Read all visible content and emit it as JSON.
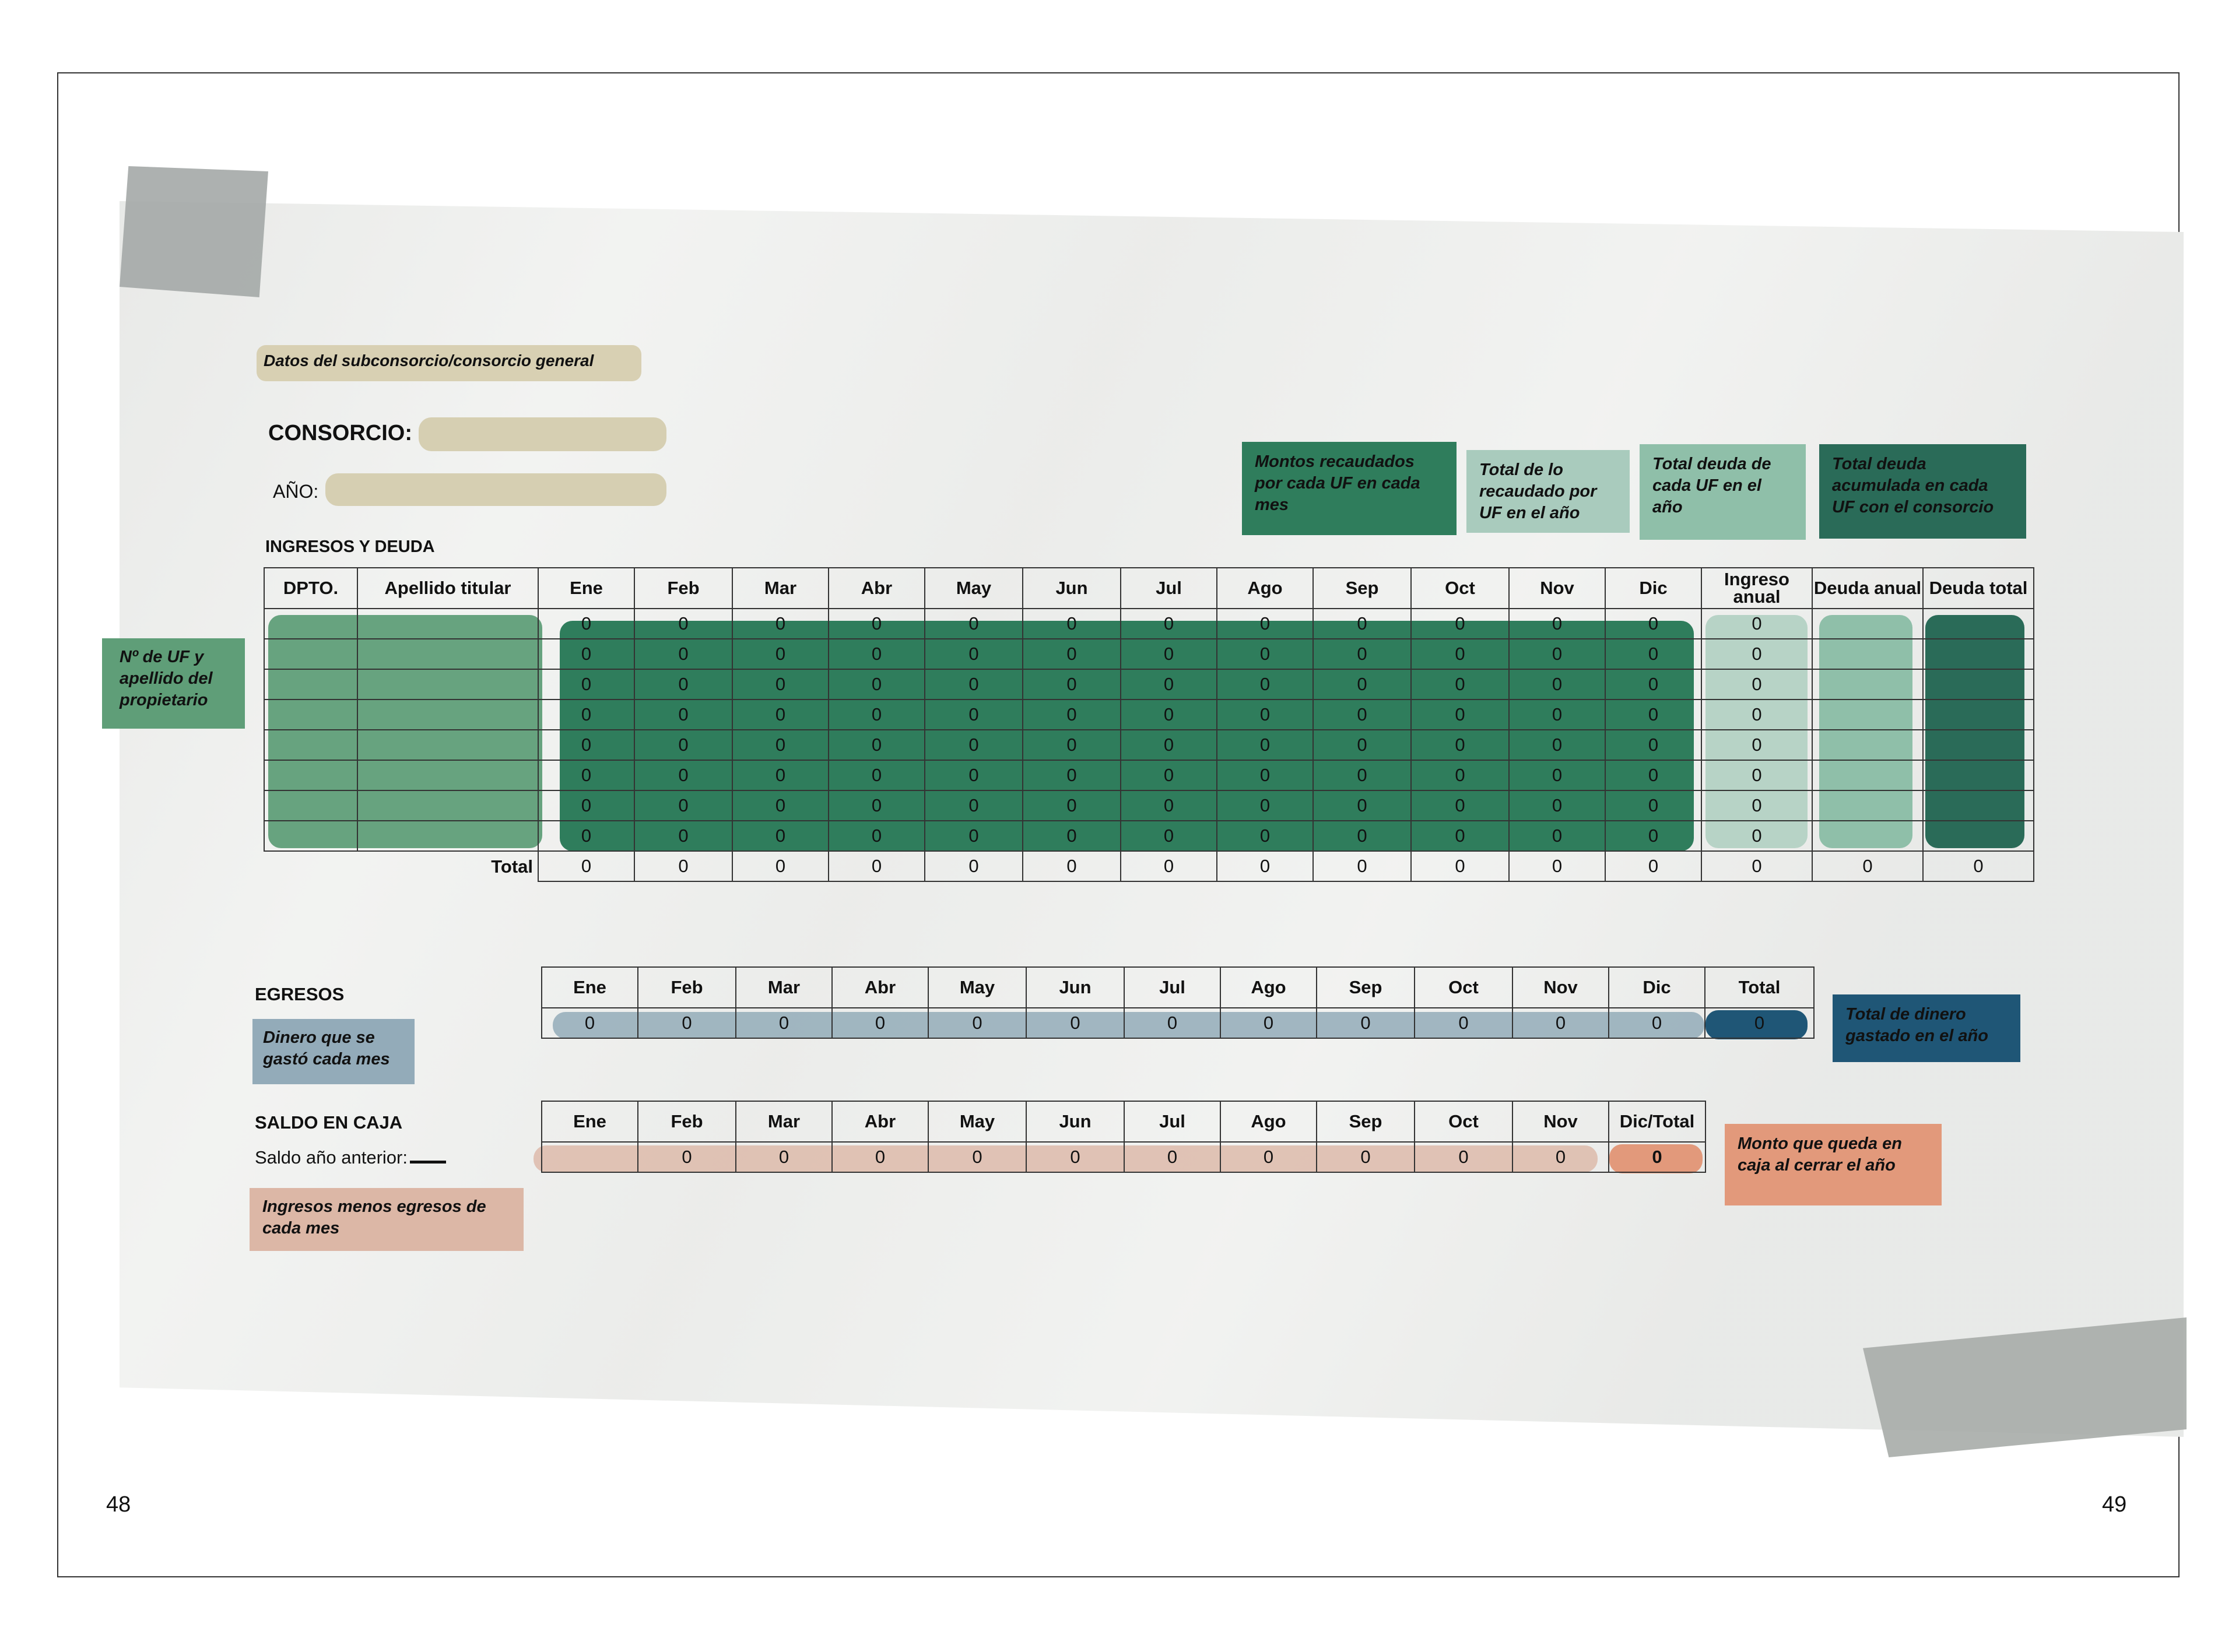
{
  "page_numbers": {
    "left": "48",
    "right": "49"
  },
  "header_label": "Datos del subconsorcio/consorcio general",
  "consorcio_label": "CONSORCIO:",
  "anio_label": "AÑO:",
  "section_ingresos": "INGRESOS Y DEUDA",
  "section_egresos": "EGRESOS",
  "section_saldo": "SALDO EN CAJA",
  "saldo_anterior": "Saldo año anterior:",
  "notes": {
    "uf": "Nº de UF y apellido del propietario",
    "montos": "Montos recaudados por cada UF en cada mes",
    "total_recaudado": "Total de lo recaudado por UF en el año",
    "total_deuda_uf": "Total deuda de cada UF en el año",
    "total_deuda_acum": "Total deuda acumulada en cada UF con el consorcio",
    "dinero_mes": "Dinero que se gastó cada mes",
    "total_dinero": "Total de dinero gastado en el año",
    "ingresos_menos": "Ingresos menos egresos de cada mes",
    "monto_queda": "Monto que queda en caja al cerrar el año"
  },
  "ingresos_table": {
    "headers": [
      "DPTO.",
      "Apellido titular",
      "Ene",
      "Feb",
      "Mar",
      "Abr",
      "May",
      "Jun",
      "Jul",
      "Ago",
      "Sep",
      "Oct",
      "Nov",
      "Dic",
      "Ingreso anual",
      "Deuda anual",
      "Deuda total"
    ],
    "rows": [
      [
        "",
        "",
        "0",
        "0",
        "0",
        "0",
        "0",
        "0",
        "0",
        "0",
        "0",
        "0",
        "0",
        "0",
        "0",
        "",
        ""
      ],
      [
        "",
        "",
        "0",
        "0",
        "0",
        "0",
        "0",
        "0",
        "0",
        "0",
        "0",
        "0",
        "0",
        "0",
        "0",
        "",
        ""
      ],
      [
        "",
        "",
        "0",
        "0",
        "0",
        "0",
        "0",
        "0",
        "0",
        "0",
        "0",
        "0",
        "0",
        "0",
        "0",
        "",
        ""
      ],
      [
        "",
        "",
        "0",
        "0",
        "0",
        "0",
        "0",
        "0",
        "0",
        "0",
        "0",
        "0",
        "0",
        "0",
        "0",
        "",
        ""
      ],
      [
        "",
        "",
        "0",
        "0",
        "0",
        "0",
        "0",
        "0",
        "0",
        "0",
        "0",
        "0",
        "0",
        "0",
        "0",
        "",
        ""
      ],
      [
        "",
        "",
        "0",
        "0",
        "0",
        "0",
        "0",
        "0",
        "0",
        "0",
        "0",
        "0",
        "0",
        "0",
        "0",
        "",
        ""
      ],
      [
        "",
        "",
        "0",
        "0",
        "0",
        "0",
        "0",
        "0",
        "0",
        "0",
        "0",
        "0",
        "0",
        "0",
        "0",
        "",
        ""
      ],
      [
        "",
        "",
        "0",
        "0",
        "0",
        "0",
        "0",
        "0",
        "0",
        "0",
        "0",
        "0",
        "0",
        "0",
        "0",
        "",
        ""
      ]
    ],
    "total_label": "Total",
    "total_row": [
      "0",
      "0",
      "0",
      "0",
      "0",
      "0",
      "0",
      "0",
      "0",
      "0",
      "0",
      "0",
      "0",
      "0",
      "0"
    ]
  },
  "egresos_table": {
    "headers": [
      "Ene",
      "Feb",
      "Mar",
      "Abr",
      "May",
      "Jun",
      "Jul",
      "Ago",
      "Sep",
      "Oct",
      "Nov",
      "Dic",
      "Total"
    ],
    "values": [
      "0",
      "0",
      "0",
      "0",
      "0",
      "0",
      "0",
      "0",
      "0",
      "0",
      "0",
      "0",
      "0"
    ]
  },
  "saldo_table": {
    "headers": [
      "Ene",
      "Feb",
      "Mar",
      "Abr",
      "May",
      "Jun",
      "Jul",
      "Ago",
      "Sep",
      "Oct",
      "Nov",
      "Dic/Total"
    ],
    "values": [
      "",
      "0",
      "0",
      "0",
      "0",
      "0",
      "0",
      "0",
      "0",
      "0",
      "0",
      "0"
    ]
  },
  "colors": {
    "green_dark": "#2f7d5c",
    "green_mid": "#5f9e78",
    "green_light": "#9fc6b5",
    "teal_dark": "#2a6b58",
    "blue_grey": "#93abb9",
    "navy": "#1f5676",
    "salmon": "#e2997b",
    "beige": "#d6cfb2",
    "pink_beige": "#dcb7a6"
  }
}
